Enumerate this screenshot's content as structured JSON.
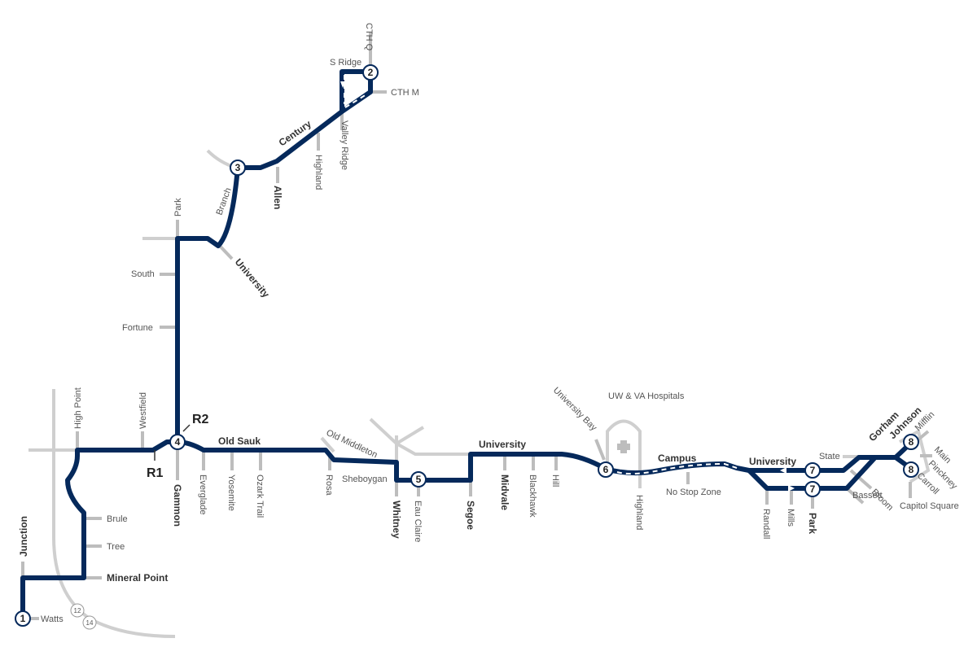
{
  "colors": {
    "route": "#05295b",
    "streets": "#bdbdbd",
    "background": "#ffffff"
  },
  "routes": {
    "r1": "R1",
    "r2": "R2"
  },
  "stops": {
    "s1": "1",
    "s2": "2",
    "s3": "3",
    "s4": "4",
    "s5": "5",
    "s6": "6",
    "s7a": "7",
    "s7b": "7",
    "s8a": "8",
    "s8b": "8"
  },
  "highway_shields": {
    "us12": "12",
    "us14": "14"
  },
  "streets": {
    "cth_q": "CTH Q",
    "s_ridge": "S Ridge",
    "cth_m": "CTH M",
    "century": "Century",
    "valley_ridge": "Valley Ridge",
    "highland_north": "Highland",
    "allen": "Allen",
    "branch": "Branch",
    "park_north": "Park",
    "university_west": "University",
    "south": "South",
    "fortune": "Fortune",
    "high_point": "High Point",
    "westfield": "Westfield",
    "old_sauk": "Old Sauk",
    "gammon": "Gammon",
    "everglade": "Everglade",
    "yosemite": "Yosemite",
    "ozark_trail": "Ozark Trail",
    "old_middleton": "Old Middleton",
    "rosa": "Rosa",
    "sheboygan": "Sheboygan",
    "whitney": "Whitney",
    "eau_claire": "Eau Claire",
    "segoe": "Segoe",
    "university_mid": "University",
    "midvale": "Midvale",
    "blackhawk": "Blackhawk",
    "hill": "Hill",
    "university_bay": "University Bay",
    "hospitals": "UW & VA Hospitals",
    "campus": "Campus",
    "no_stop_zone": "No Stop Zone",
    "highland_south": "Highland",
    "university_east": "University",
    "state": "State",
    "gorham": "Gorham",
    "johnson": "Johnson",
    "mifflin": "Mifflin",
    "main": "Main",
    "pinckney": "Pinckney",
    "carroll": "Carroll",
    "capitol_square": "Capitol Square",
    "broom": "Broom",
    "bassett": "Bassett",
    "randall": "Randall",
    "mills": "Mills",
    "park_south": "Park",
    "junction": "Junction",
    "brule": "Brule",
    "tree": "Tree",
    "mineral_point": "Mineral Point",
    "watts": "Watts"
  }
}
